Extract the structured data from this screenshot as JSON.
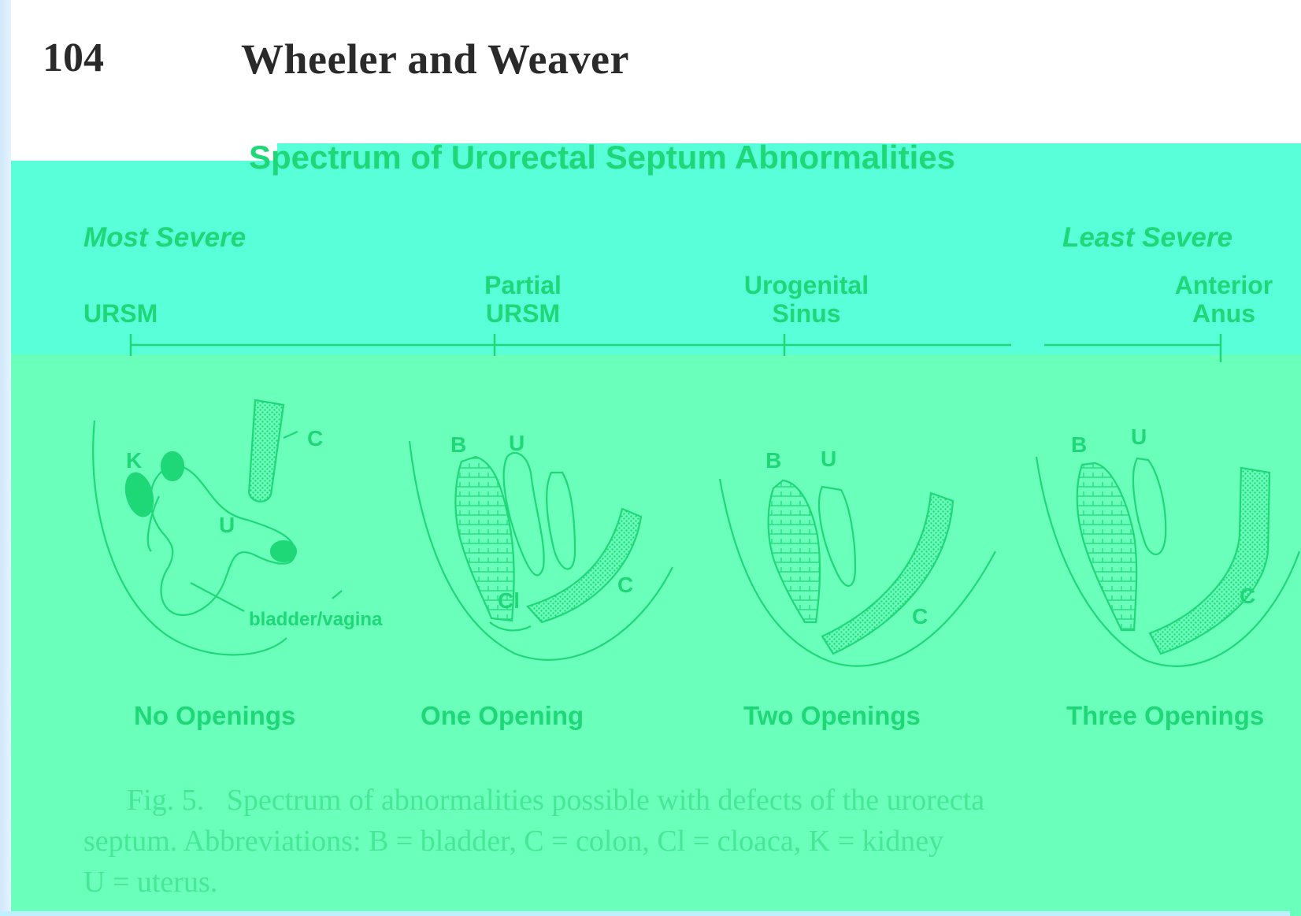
{
  "header": {
    "page_number": "104",
    "running_head": "Wheeler and Weaver"
  },
  "figure": {
    "title": "Spectrum of Urorectal Septum Abnormalities",
    "severity": {
      "left": "Most Severe",
      "right": "Least Severe"
    },
    "scale_points": [
      {
        "line1": "",
        "line2": "URSM"
      },
      {
        "line1": "Partial",
        "line2": "URSM"
      },
      {
        "line1": "Urogenital",
        "line2": "Sinus"
      },
      {
        "line1": "Anterior",
        "line2": "Anus"
      }
    ],
    "diagram_labels": {
      "K": "K",
      "C": "C",
      "U": "U",
      "B": "B",
      "Cl": "Cl",
      "bladder_vagina": "bladder/vagina"
    },
    "openings": [
      "No Openings",
      "One Opening",
      "Two Openings",
      "Three Openings"
    ],
    "colors": {
      "line": "#1ed878",
      "cyan_band": "#58ffd8",
      "green_band": "#6affba",
      "header_text": "#2a2a2a"
    }
  },
  "caption": {
    "fig_label": "Fig. 5.",
    "line1_text": "Spectrum of abnormalities possible with defects of the urorecta",
    "line2": "septum. Abbreviations: B = bladder, C = colon, Cl = cloaca, K = kidney",
    "line3": "U = uterus."
  }
}
